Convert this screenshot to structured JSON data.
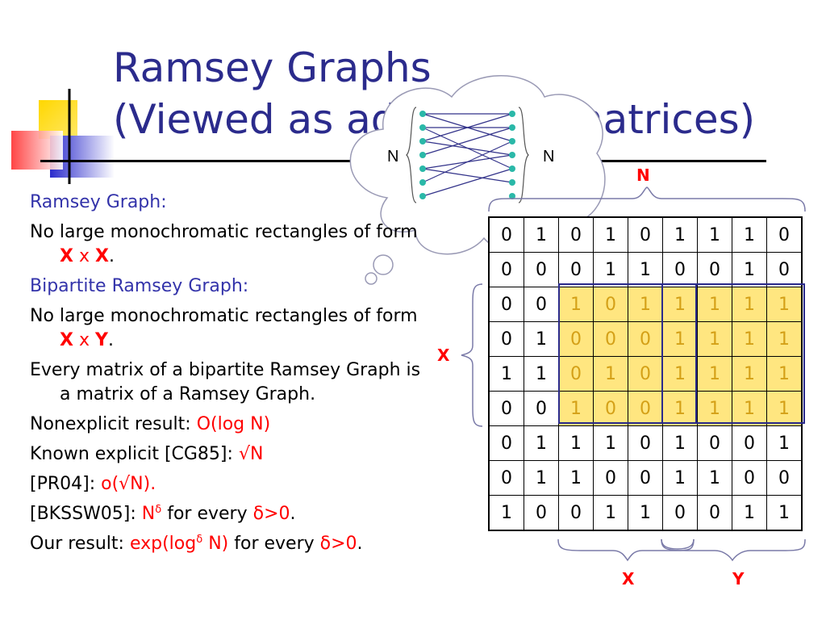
{
  "title": {
    "line1": "Ramsey Graphs",
    "line2": "(Viewed as adjacency matrices)"
  },
  "bullets": {
    "b1_heading": "Ramsey Graph:",
    "b2_text": "No large monochromatic rectangles of form",
    "b2_x1": "X",
    "b2_times": "x",
    "b2_x2": "X",
    "b2_end": ".",
    "b3_heading": "Bipartite Ramsey Graph:",
    "b4_text": "No large monochromatic rectangles of form",
    "b4_x": "X",
    "b4_times": "x",
    "b4_y": "Y",
    "b4_end": ".",
    "b5_text": "Every matrix of a bipartite Ramsey Graph is a matrix of a Ramsey Graph.",
    "b6_label": "Nonexplicit result:",
    "b6_value": "O(log N)",
    "b7_label": "Known explicit [CG85]:",
    "b7_value": "√N",
    "b8_label": "[PR04]:",
    "b8_value": "o(√N).",
    "b9_label": "[BKSSW05]:",
    "b9_n": "N",
    "b9_sup": "δ",
    "b9_mid": "for every",
    "b9_cond": "δ>0",
    "b9_end": ".",
    "b10_label": "Our result:",
    "b10_val_a": "exp(log",
    "b10_sup": "δ",
    "b10_val_b": "N)",
    "b10_mid": "for every",
    "b10_cond": "δ>0",
    "b10_end": "."
  },
  "labels": {
    "n_top": "N",
    "x_left": "X",
    "x_bottom": "X",
    "y_bottom": "Y",
    "cloud_left_n": "N",
    "cloud_right_n": "N"
  },
  "matrix": [
    [
      "0",
      "1",
      "0",
      "1",
      "0",
      "1",
      "1",
      "1",
      "0"
    ],
    [
      "0",
      "0",
      "0",
      "1",
      "1",
      "0",
      "0",
      "1",
      "0"
    ],
    [
      "0",
      "0",
      "1",
      "0",
      "1",
      "1",
      "1",
      "1",
      "1"
    ],
    [
      "0",
      "1",
      "0",
      "0",
      "0",
      "1",
      "1",
      "1",
      "1"
    ],
    [
      "1",
      "1",
      "0",
      "1",
      "0",
      "1",
      "1",
      "1",
      "1"
    ],
    [
      "0",
      "0",
      "1",
      "0",
      "0",
      "1",
      "1",
      "1",
      "1"
    ],
    [
      "0",
      "1",
      "1",
      "1",
      "0",
      "1",
      "0",
      "0",
      "1"
    ],
    [
      "0",
      "1",
      "1",
      "0",
      "0",
      "1",
      "1",
      "0",
      "0"
    ],
    [
      "1",
      "0",
      "0",
      "1",
      "1",
      "0",
      "0",
      "1",
      "1"
    ]
  ],
  "colors": {
    "title": "#2b2b8c",
    "accent_red": "#ff0000",
    "highlight_fill": "#ffe680",
    "highlight_text": "#d4a017"
  }
}
